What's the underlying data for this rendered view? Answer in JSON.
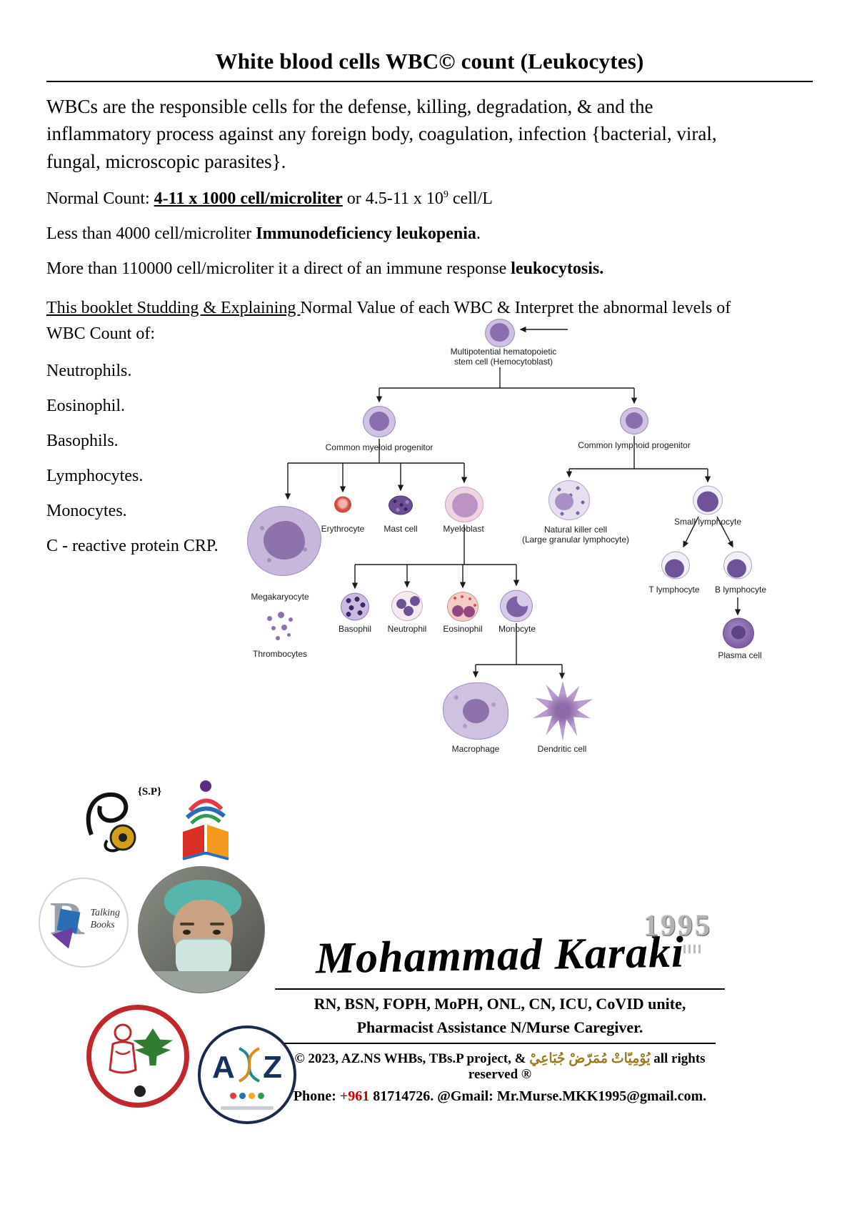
{
  "colors": {
    "phone_code": "#cc0000",
    "arabic_text": "#9a7b1e",
    "cell_purple": "#8a6fae",
    "erythrocyte_red": "#c0392b"
  },
  "header": {
    "title": "White blood cells WBC© count (Leukocytes)"
  },
  "intro": {
    "p1": "WBCs are the responsible cells for the defense, killing, degradation, & and the inflammatory process against any foreign body, coagulation, infection {bacterial, viral, fungal, microscopic parasites}.",
    "normal_count": {
      "prefix": "Normal Count: ",
      "bold": "4-11 x 1000 cell/microliter",
      "mid": " or 4.5-11 x 10",
      "sup": "9",
      "suffix": " cell/L"
    },
    "low": {
      "prefix": "Less than 4000 cell/microliter ",
      "bold": "Immunodeficiency leukopenia",
      "suffix": "."
    },
    "high": {
      "prefix": "More than 110000 cell/microliter it a direct of an immune response ",
      "bold": "leukocytosis."
    },
    "booklet": {
      "underlined": "This booklet Studding & Explaining ",
      "rest": "Normal Value of each WBC & Interpret the abnormal levels of WBC Count of:"
    },
    "list": [
      "Neutrophils.",
      "Eosinophil.",
      "Basophils.",
      "Lymphocytes.",
      "Monocytes.",
      "C - reactive protein CRP."
    ]
  },
  "diagram": {
    "labels": {
      "stem": "Multipotential hematopoietic\nstem cell (Hemocytoblast)",
      "myeloid": "Common myeloid progenitor",
      "lymphoid": "Common lymphoid progenitor",
      "erythrocyte": "Erythrocyte",
      "mast": "Mast cell",
      "myeloblast": "Myeloblast",
      "megakaryocyte": "Megakaryocyte",
      "thrombocytes": "Thrombocytes",
      "nk": "Natural killer cell\n(Large granular lymphocyte)",
      "small_lymphocyte": "Small lymphocyte",
      "basophil": "Basophil",
      "neutrophil": "Neutrophil",
      "eosinophil": "Eosinophil",
      "monocyte": "Monocyte",
      "t_lymphocyte": "T lymphocyte",
      "b_lymphocyte": "B lymphocyte",
      "plasma": "Plasma cell",
      "macrophage": "Macrophage",
      "dendritic": "Dendritic cell"
    }
  },
  "footer": {
    "year": "1995",
    "signature": "Mohammad Karaki",
    "credentials_line1": "RN, BSN, FOPH, MoPH, ONL, CN, ICU, CoVID unite,",
    "credentials_line2": "Pharmacist Assistance N/Murse Caregiver.",
    "copyright": {
      "prefix": "© 2023, AZ.NS WHBs, TBs.P project, & ",
      "arabic": "يُوْمِيّاتْ مُمَرّضْ جُبَاعِيْ",
      "suffix": " all rights reserved ®"
    },
    "contact": {
      "label": "Phone: ",
      "code": "+961",
      "number": " 81714726.",
      "mid": "  @Gmail:  ",
      "email": "Mr.Murse.MKK1995@gmail.com."
    },
    "logos": {
      "sp": "{S.P}",
      "talking1": "Talking",
      "talking2": "Books",
      "az_a": "A",
      "az_z": "Z"
    }
  }
}
